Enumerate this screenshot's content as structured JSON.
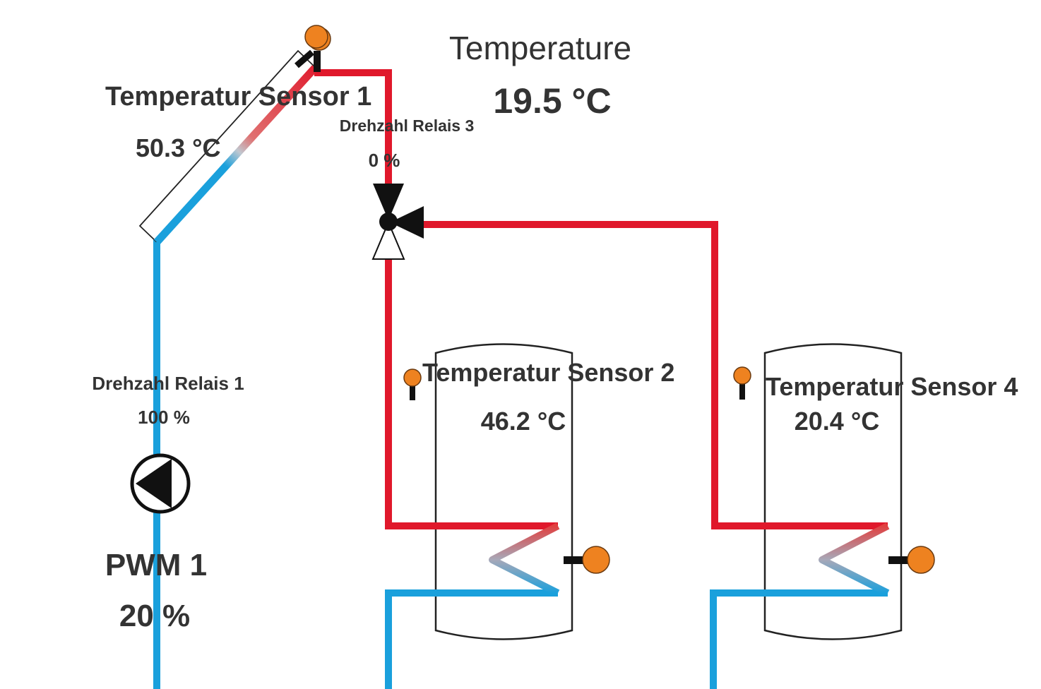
{
  "ambient": {
    "title": "Temperature",
    "value": "19.5 °C"
  },
  "sensor1": {
    "label": "Temperatur Sensor 1",
    "value": "50.3 °C"
  },
  "sensor2": {
    "label": "Temperatur Sensor 2",
    "value": "46.2 °C"
  },
  "sensor4": {
    "label": "Temperatur Sensor 4",
    "value": "20.4 °C"
  },
  "relay3": {
    "label": "Drehzahl Relais 3",
    "value": "0 %"
  },
  "relay1": {
    "label": "Drehzahl Relais 1",
    "value": "100 %"
  },
  "pwm1": {
    "label": "PWM 1",
    "value": "20 %"
  },
  "colors": {
    "hot_pipe": "#e0182b",
    "cold_pipe": "#1aa0dc",
    "sensor": "#ee8220",
    "outline": "#222222"
  },
  "icons": {
    "collector": "solar-collector-icon",
    "valve": "three-way-valve-icon",
    "pump": "circulation-pump-icon",
    "sensor": "temperature-sensor-icon",
    "tank": "storage-tank-icon",
    "coil": "heat-exchanger-coil-icon"
  }
}
